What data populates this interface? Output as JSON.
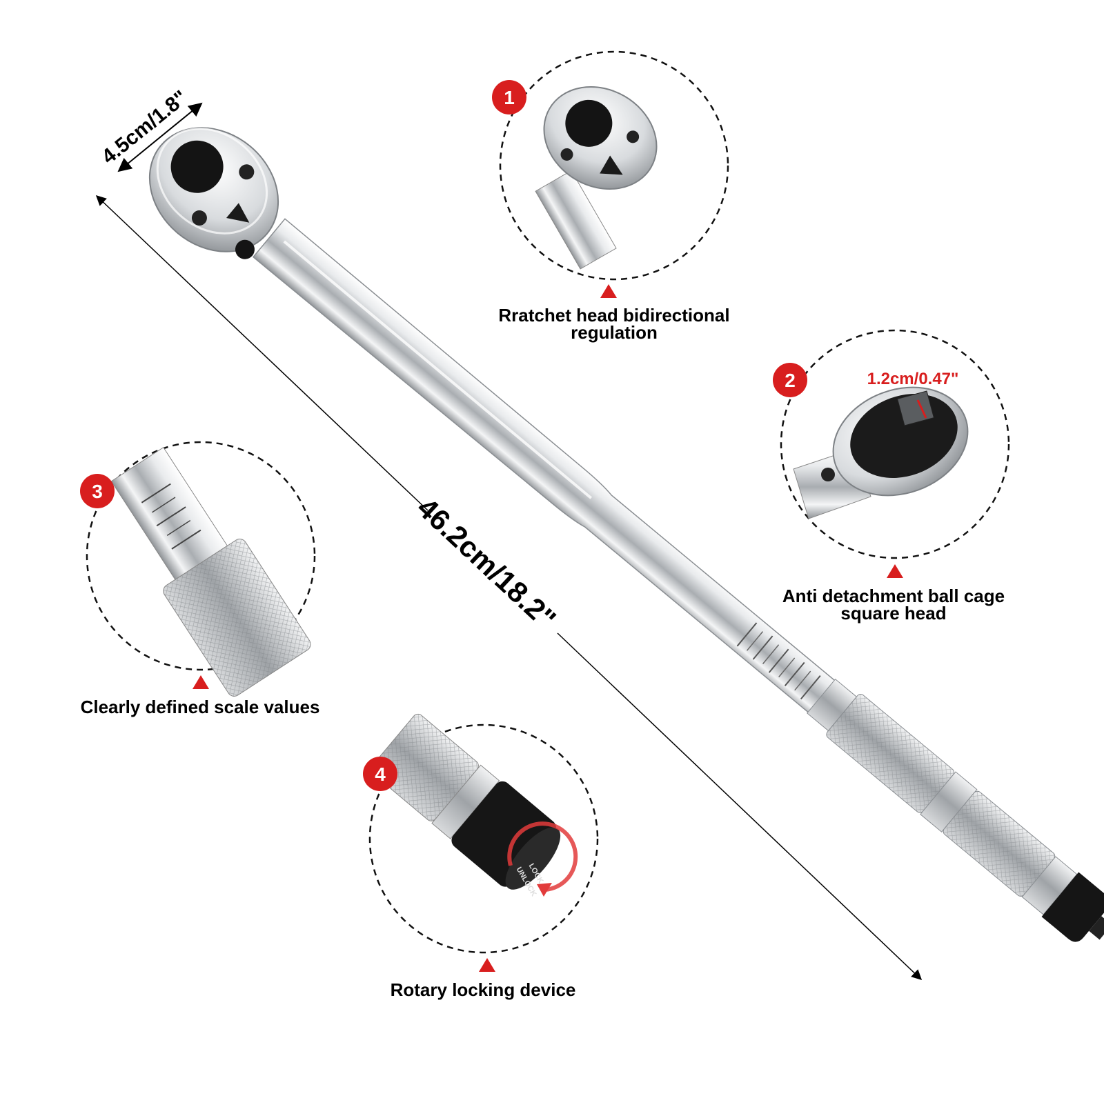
{
  "product": {
    "name": "Torque wrench",
    "colors": {
      "chrome": "#d9dcdf",
      "chrome_dark": "#8e9296",
      "grip": "#c4c7ca",
      "cap": "#151515",
      "accent": "#d81e1e"
    }
  },
  "dimensions": {
    "head_width": "4.5cm/1.8\"",
    "overall_length": "46.2cm/18.2\"",
    "square_drive": "1.2cm/0.47\""
  },
  "callouts": [
    {
      "number": "1",
      "line1": "Rratchet head bidirectional",
      "line2": "regulation",
      "icon": "ratchet-head-closeup"
    },
    {
      "number": "2",
      "line1": "Anti detachment ball cage",
      "line2": "square head",
      "icon": "square-drive-closeup"
    },
    {
      "number": "3",
      "line1": "Clearly defined scale values",
      "line2": "",
      "icon": "scale-closeup"
    },
    {
      "number": "4",
      "line1": "Rotary locking device",
      "line2": "",
      "icon": "lock-knob-closeup"
    }
  ],
  "lock_knob_text": {
    "line1": "LOCK",
    "line2": "UNLOCK"
  }
}
